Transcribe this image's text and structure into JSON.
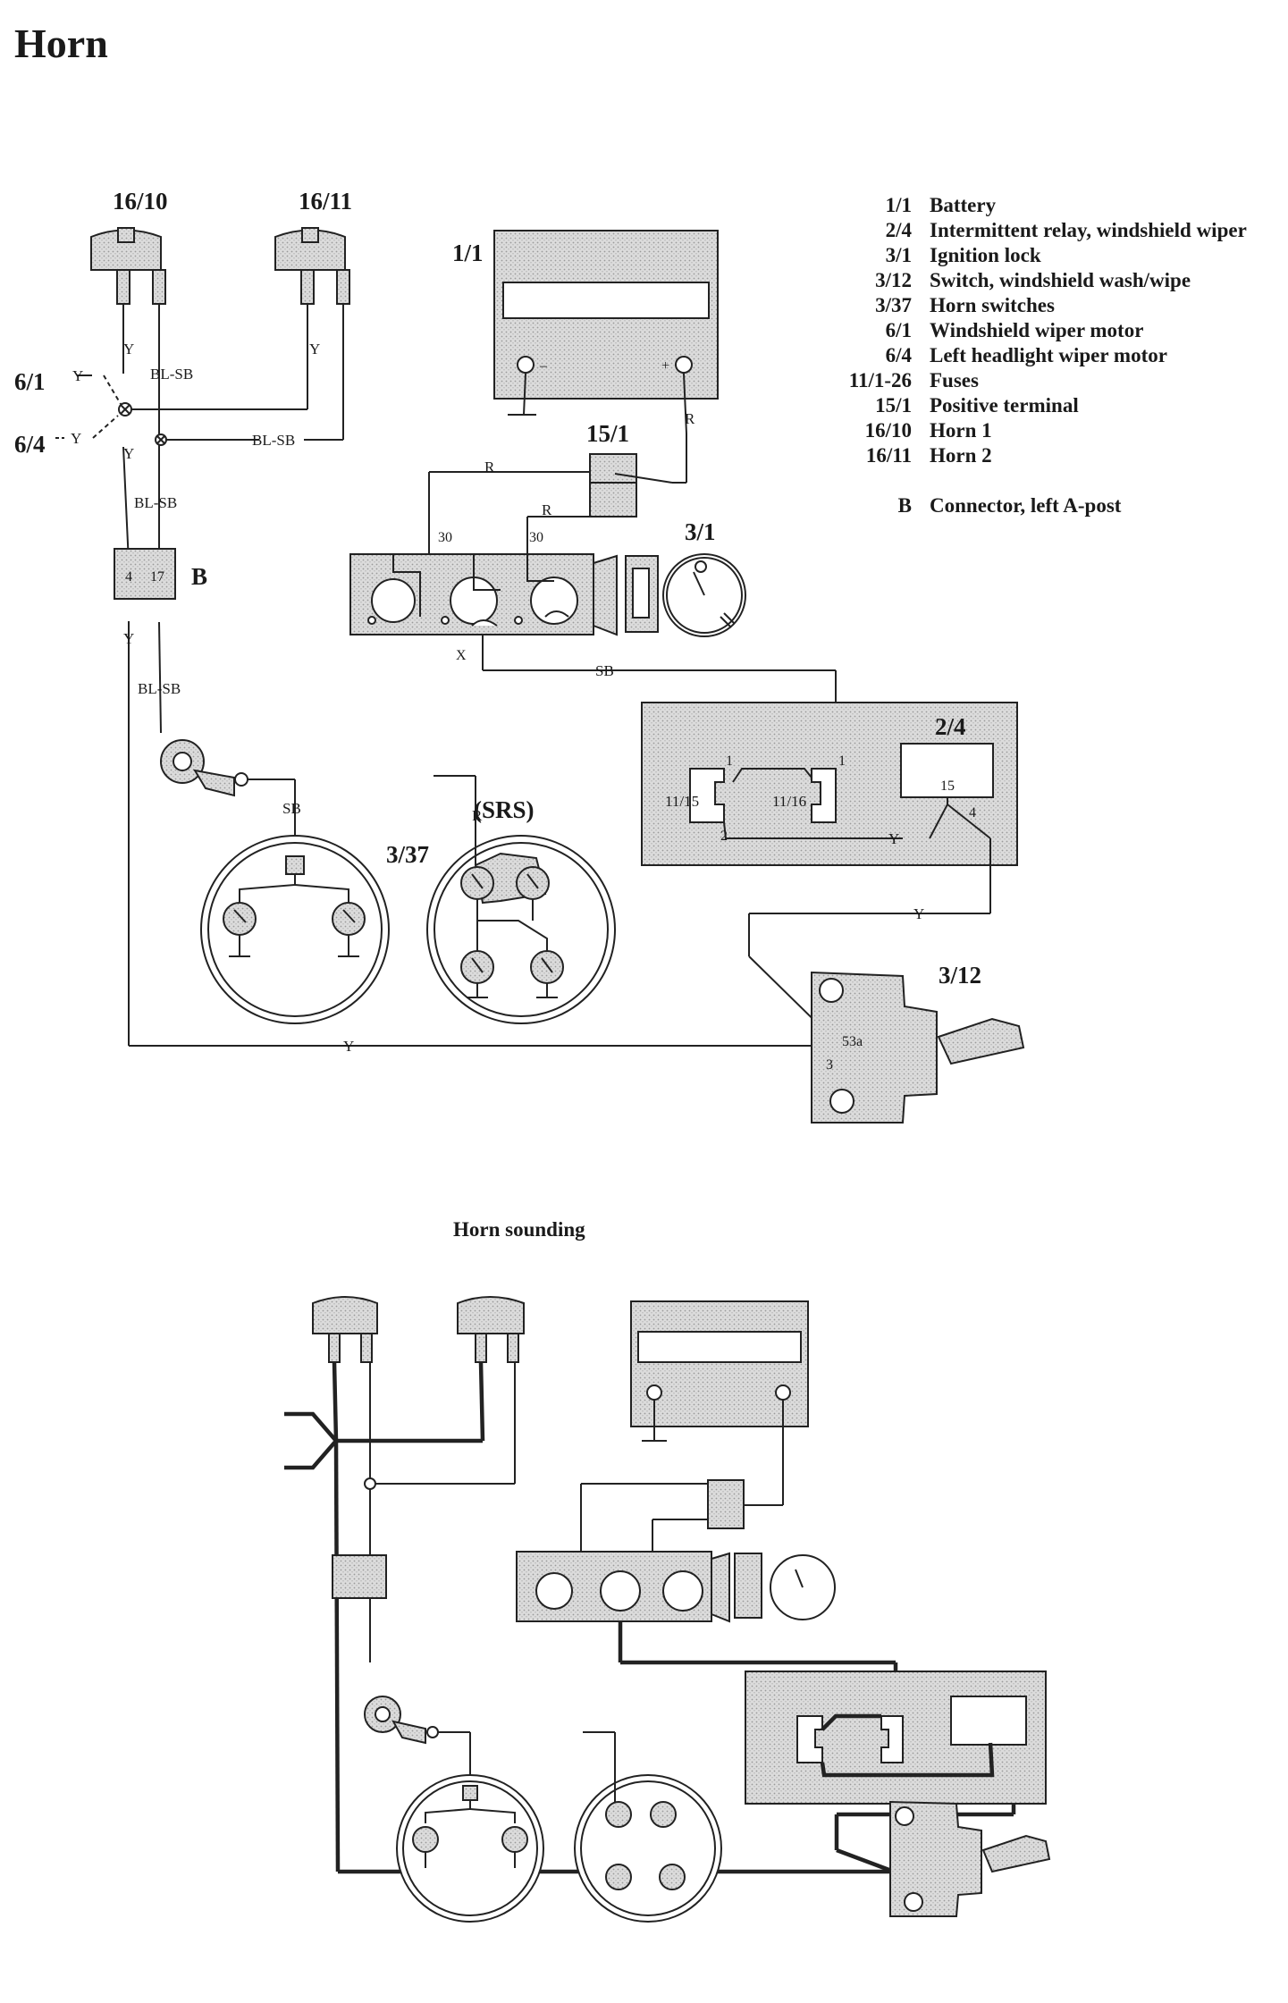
{
  "title": "Horn",
  "subtitle": "Horn sounding",
  "legend": [
    {
      "code": "1/1",
      "desc": "Battery"
    },
    {
      "code": "2/4",
      "desc": "Intermittent relay, windshield wiper"
    },
    {
      "code": "3/1",
      "desc": "Ignition lock"
    },
    {
      "code": "3/12",
      "desc": "Switch, windshield wash/wipe"
    },
    {
      "code": "3/37",
      "desc": "Horn switches"
    },
    {
      "code": "6/1",
      "desc": "Windshield wiper motor"
    },
    {
      "code": "6/4",
      "desc": "Left headlight wiper motor"
    },
    {
      "code": "11/1-26",
      "desc": "Fuses"
    },
    {
      "code": "15/1",
      "desc": "Positive terminal"
    },
    {
      "code": "16/10",
      "desc": "Horn 1"
    },
    {
      "code": "16/11",
      "desc": "Horn 2"
    }
  ],
  "legend_extra": {
    "code": "B",
    "desc": "Connector, left A-post"
  },
  "labels": {
    "horn1": "16/10",
    "horn2": "16/11",
    "battery": "1/1",
    "pos_terminal": "15/1",
    "ign_lock": "3/1",
    "connector": "B",
    "relay": "2/4",
    "horn_sw": "3/37",
    "srs": "(SRS)",
    "wash_sw": "3/12",
    "wiper_motor": "6/1",
    "hl_motor": "6/4"
  },
  "wires": {
    "y": "Y",
    "blsb": "BL-SB",
    "r": "R",
    "sb": "SB"
  },
  "pins": {
    "p30": "30",
    "x": "X",
    "c4": "4",
    "c17": "17",
    "f1115": "11/15",
    "f1116": "11/16",
    "one": "1",
    "two": "2",
    "p15": "15",
    "p4": "4",
    "p53a": "53a",
    "p3": "3",
    "minus": "–",
    "plus": "+"
  }
}
